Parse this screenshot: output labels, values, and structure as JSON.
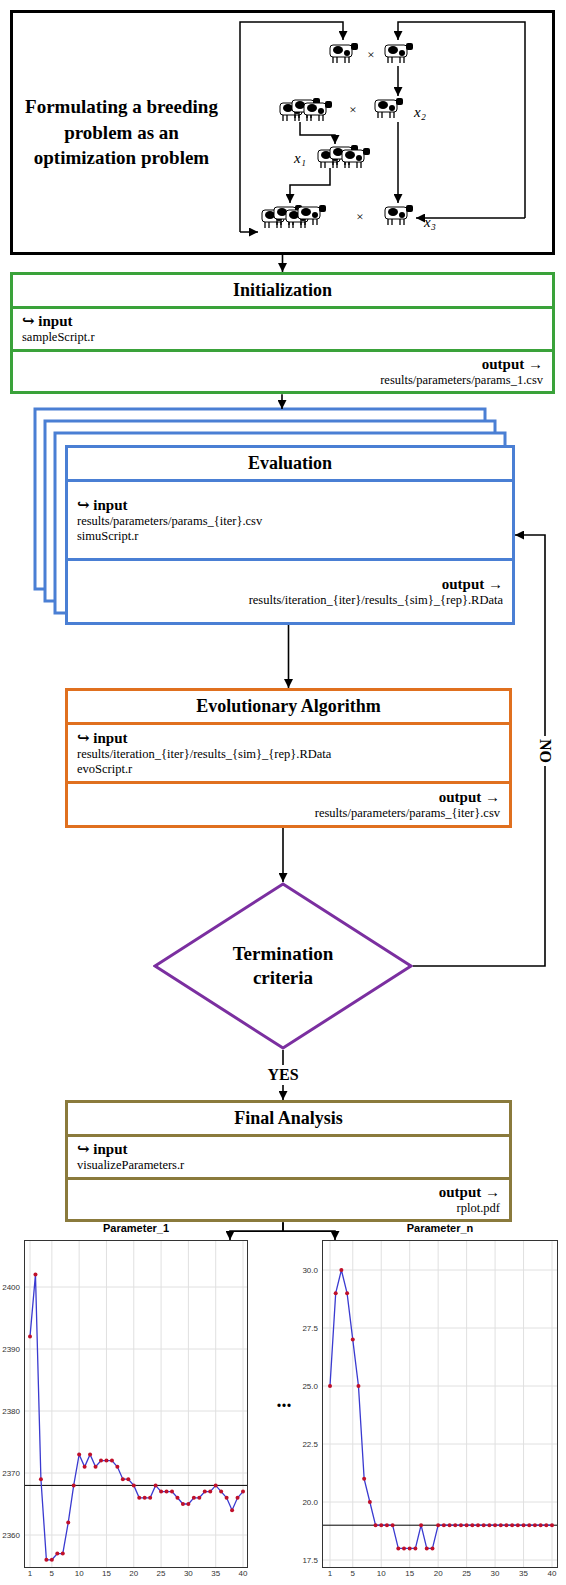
{
  "diagram": {
    "nodes": [
      {
        "text": [
          "Formulating a breeding problem as an optimization problem"
        ]
      },
      {
        "text": [
          "Initialization",
          "↪ input",
          "sampleScript.r",
          "output →",
          "results/parameters/params_1.csv"
        ]
      },
      {
        "text": [
          "Evaluation",
          "↪ input",
          "results/parameters/params_{iter}.csv",
          "simuScript.r",
          "output →",
          "results/iteration_{iter}/results_{sim}_{rep}.RData"
        ]
      },
      {
        "text": [
          "Evolutionary Algorithm",
          "↪ input",
          "results/iteration_{iter}/results_{sim}_{rep}.RData",
          "evoScript.r",
          "output →",
          "results/parameters/params_{iter}.csv"
        ]
      },
      {
        "text": [
          "Termination criteria"
        ]
      },
      {
        "text": [
          "Final Analysis",
          "↪ input",
          "visualizeParameters.r",
          "output →",
          "rplot.pdf"
        ]
      },
      {
        "text": [
          "Parameter_1"
        ]
      },
      {
        "text": [
          "Parameter_n"
        ]
      }
    ],
    "edges": [
      {
        "from": 0,
        "to": 1,
        "arrow": "to"
      },
      {
        "from": 1,
        "to": 2,
        "arrow": "to"
      },
      {
        "from": 2,
        "to": 3,
        "arrow": "to"
      },
      {
        "from": 3,
        "to": 4,
        "arrow": "to"
      },
      {
        "from": 4,
        "to": 2,
        "label": "NO",
        "arrow": "to"
      },
      {
        "from": 4,
        "to": 5,
        "label": "YES",
        "arrow": "to"
      },
      {
        "from": 5,
        "to": 6,
        "arrow": "to"
      },
      {
        "from": 5,
        "to": 7,
        "arrow": "to"
      }
    ],
    "labels": [
      "x₁",
      "x₂",
      "x₃",
      "×",
      "×",
      "×",
      "2400",
      "2390",
      "2380",
      "2370",
      "2360",
      "1",
      "5",
      "10",
      "15",
      "20",
      "25",
      "30",
      "35",
      "40",
      "30.0",
      "27.5",
      "25.0",
      "22.5",
      "20.0",
      "17.5",
      "1",
      "5",
      "10",
      "15",
      "20",
      "25",
      "30",
      "35",
      "40",
      "..."
    ]
  }
}
